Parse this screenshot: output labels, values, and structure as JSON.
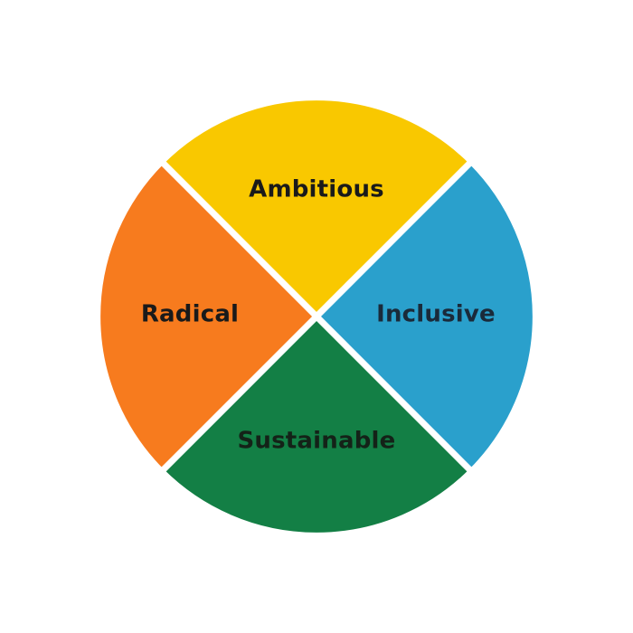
{
  "diagram": {
    "quadrants": [
      {
        "id": "top",
        "label": "Ambitious",
        "color": "#F9C800",
        "text_color": "#1a1a1a"
      },
      {
        "id": "right",
        "label": "Inclusive",
        "color": "#2AA0CC",
        "text_color": "#1a2a3a"
      },
      {
        "id": "bottom",
        "label": "Sustainable",
        "color": "#137F45",
        "text_color": "#142218"
      },
      {
        "id": "left",
        "label": "Radical",
        "color": "#F77B1E",
        "text_color": "#1a1a1a"
      }
    ]
  }
}
